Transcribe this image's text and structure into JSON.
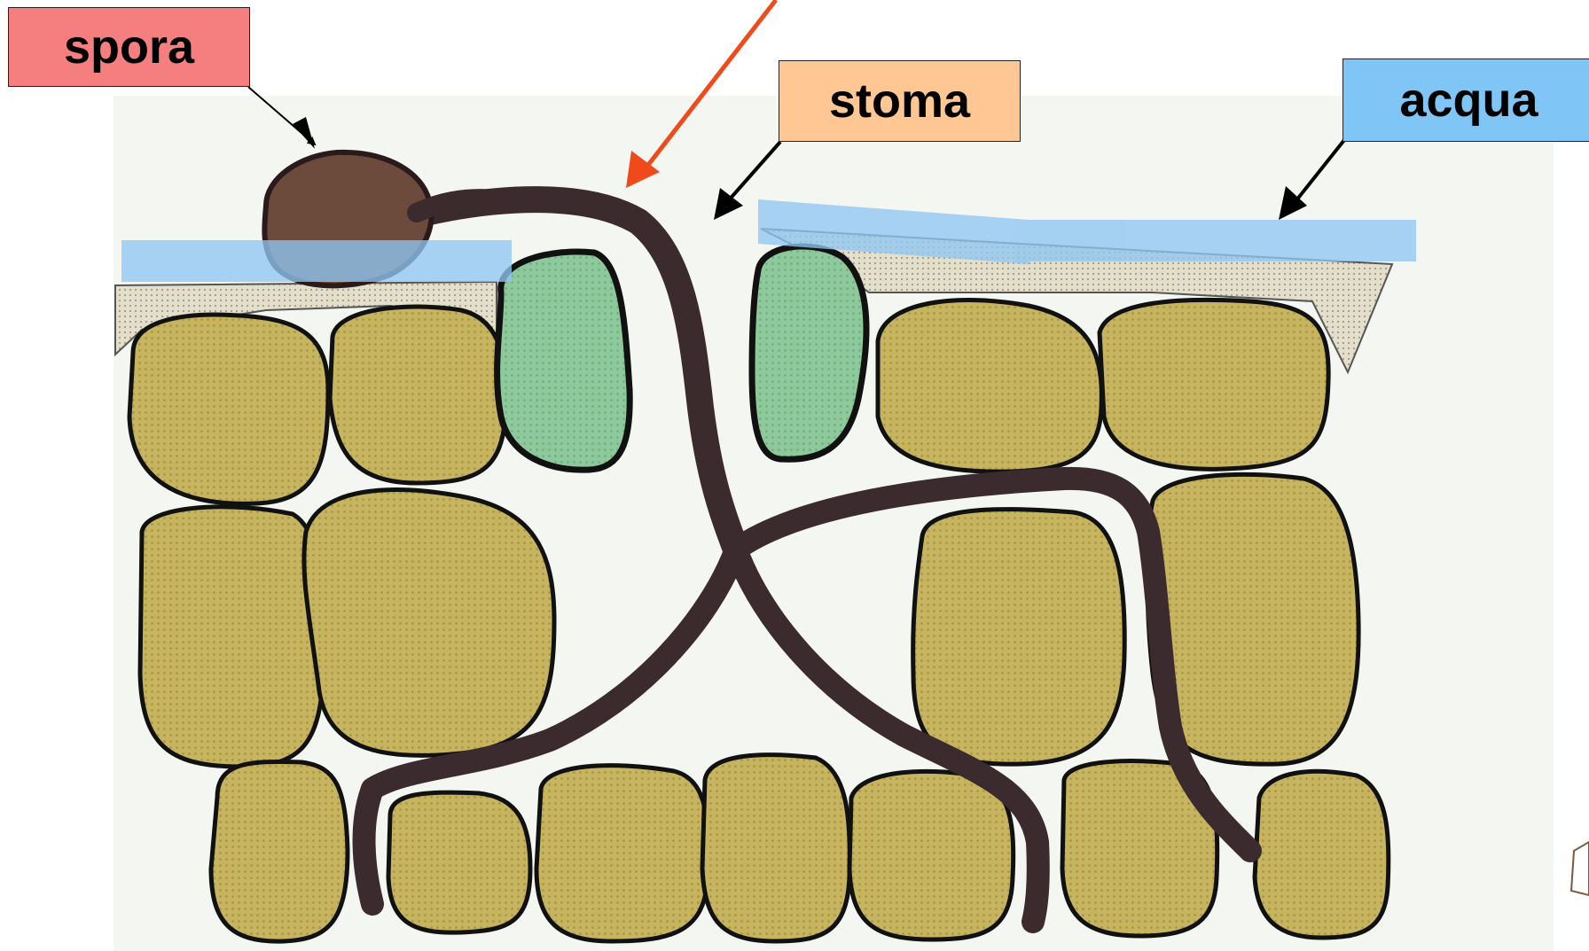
{
  "labels": {
    "spora": "spora",
    "stoma": "stoma",
    "acqua": "acqua"
  },
  "colors": {
    "spora_label": "#f57f7f",
    "stoma_label": "#ffc793",
    "acqua_label": "#7fc6f7",
    "water_band": "#8fc7f2",
    "cell_fill": "#c8b35a",
    "guard_cell_fill": "#8cc79a",
    "hypha": "#3d2f30",
    "spore": "#6a4a3a",
    "cuticle": "#d8d2bf",
    "pointer_arrow": "#f04a1b"
  }
}
